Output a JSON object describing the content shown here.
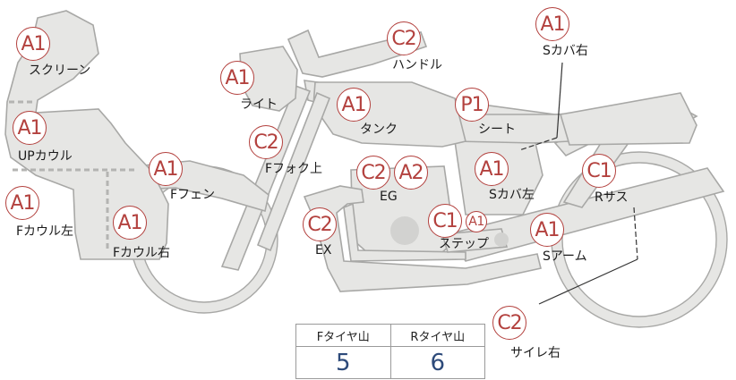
{
  "colors": {
    "badge": "#b3413e",
    "part_fill": "#e6e6e4",
    "part_stroke": "#a8a8a6",
    "value": "#2d4a7a"
  },
  "parts": {
    "screen": {
      "grade": "A1",
      "label": "スクリーン"
    },
    "up_cowl": {
      "grade": "A1",
      "label": "UPカウル"
    },
    "f_cowl_l": {
      "grade": "A1",
      "label": "Fカウル左"
    },
    "f_cowl_r": {
      "grade": "A1",
      "label": "Fカウル右"
    },
    "f_fender": {
      "grade": "A1",
      "label": "Fフェン"
    },
    "light": {
      "grade": "A1",
      "label": "ライト"
    },
    "f_fork_top": {
      "grade": "C2",
      "label": "Fフォク上"
    },
    "handle": {
      "grade": "C2",
      "label": "ハンドル"
    },
    "tank": {
      "grade": "A1",
      "label": "タンク"
    },
    "seat": {
      "grade": "P1",
      "label": "シート"
    },
    "s_cover_r": {
      "grade": "A1",
      "label": "Sカバ右"
    },
    "engine": {
      "grade1": "C2",
      "grade2": "A2",
      "label": "EG"
    },
    "s_cover_l": {
      "grade": "A1",
      "label": "Sカバ左"
    },
    "r_sus": {
      "grade": "C1",
      "label": "Rサス"
    },
    "exhaust": {
      "grade": "C2",
      "label": "EX"
    },
    "step": {
      "grade1": "C1",
      "grade2": "A1",
      "label": "ステップ"
    },
    "s_arm": {
      "grade": "A1",
      "label": "Sアーム"
    },
    "silencer_r": {
      "grade": "C2",
      "label": "サイレ右"
    }
  },
  "tread": {
    "front_header": "Fタイヤ山",
    "rear_header": "Rタイヤ山",
    "front_value": "5",
    "rear_value": "6"
  }
}
